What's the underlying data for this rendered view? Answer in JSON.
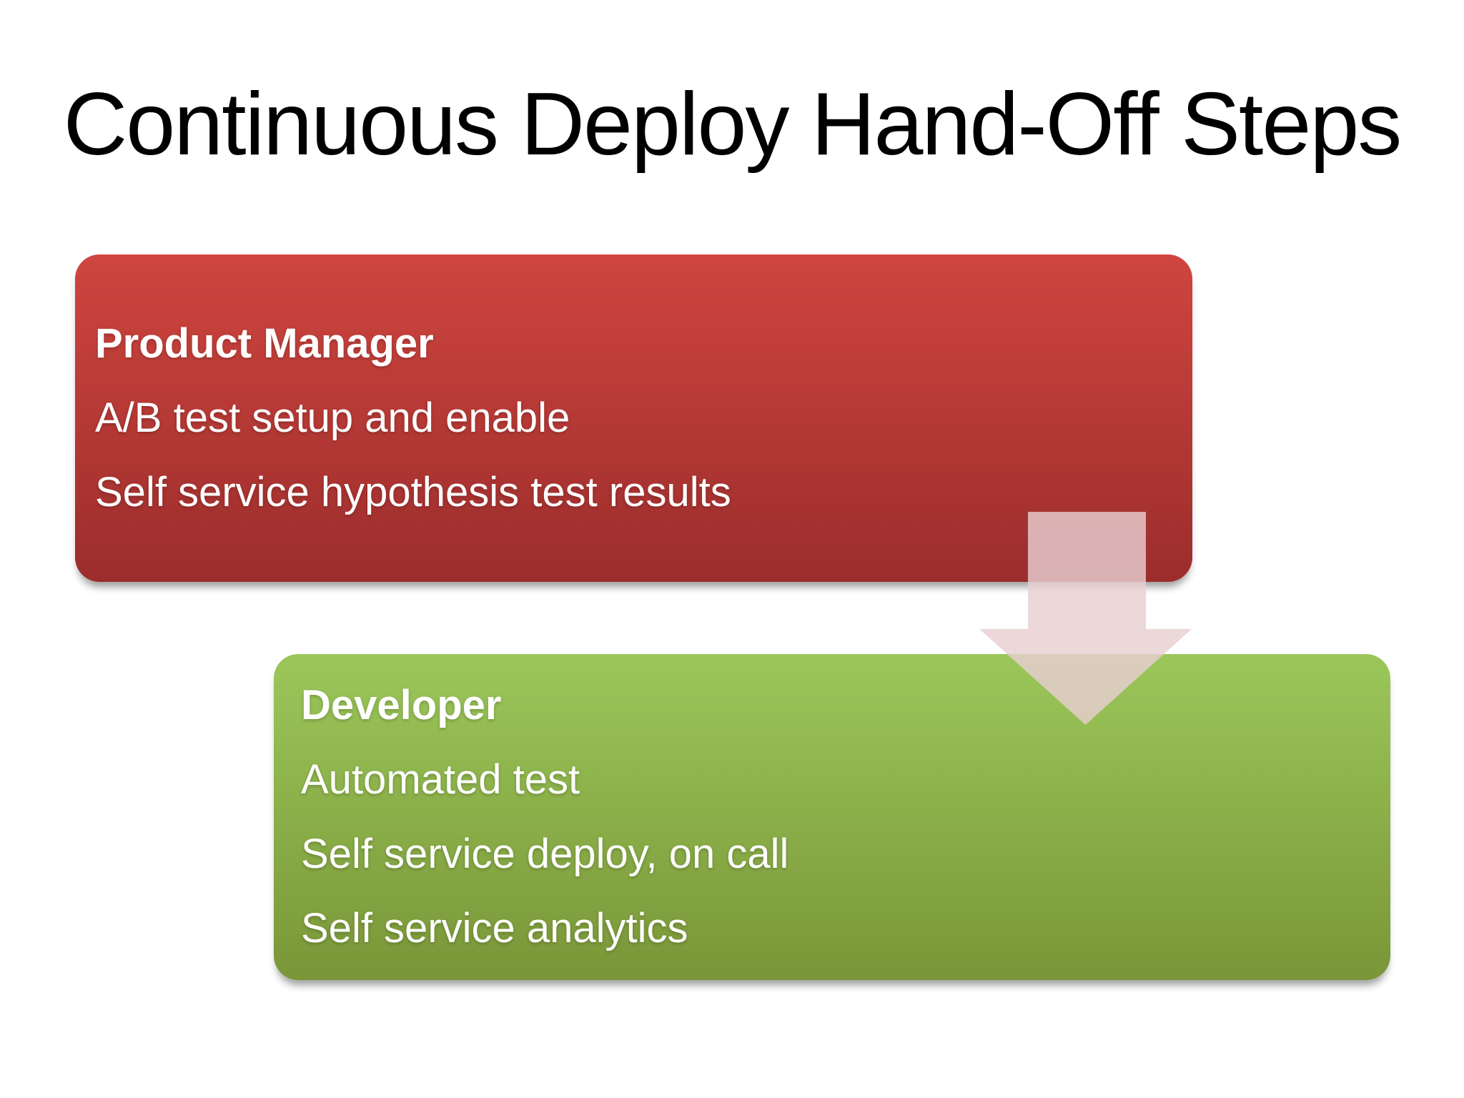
{
  "slide": {
    "title": "Continuous Deploy Hand-Off Steps",
    "background_color": "#ffffff",
    "title_color": "#000000"
  },
  "boxes": [
    {
      "id": "product-manager",
      "role": "Product Manager",
      "items": [
        "A/B test setup and enable",
        "Self service hypothesis test results"
      ],
      "text_color": "#ffffff",
      "colors": {
        "top": "#d0453f",
        "bottom": "#9b2d2c"
      }
    },
    {
      "id": "developer",
      "role": "Developer",
      "items": [
        "Automated test",
        "Self service deploy, on call",
        "Self service analytics"
      ],
      "text_color": "#ffffff",
      "colors": {
        "top": "#9bc75a",
        "bottom": "#7a9638"
      }
    }
  ],
  "arrow": {
    "direction": "down",
    "fill": "rgba(232, 206, 209, 0.82)"
  }
}
